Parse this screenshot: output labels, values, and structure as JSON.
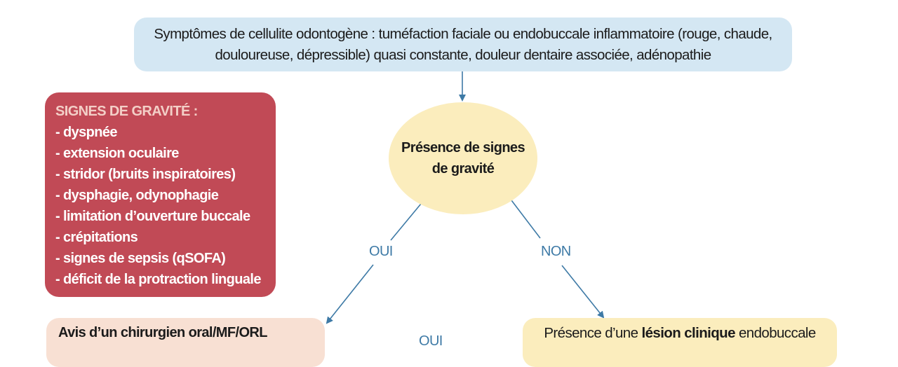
{
  "top_box": {
    "line1": "Symptômes de cellulite odontogène : tuméfaction faciale ou endobuccale inflammatoire (rouge, chaude,",
    "line2": "douloureuse, dépressible) quasi constante, douleur dentaire associée, adénopathie"
  },
  "gravity_box": {
    "title": "SIGNES DE GRAVITÉ :",
    "items": [
      "- dyspnée",
      "- extension oculaire",
      "- stridor (bruits inspiratoires)",
      "- dysphagie, odynophagie",
      "- limitation d’ouverture buccale",
      "- crépitations",
      "- signes de sepsis (qSOFA)",
      "- déficit de la protraction linguale"
    ]
  },
  "decision": {
    "line1": "Présence de signes",
    "line2": "de gravité"
  },
  "labels": {
    "yes": "OUI",
    "no": "NON",
    "yes2": "OUI"
  },
  "avis_box": {
    "text": "Avis d’un chirurgien oral/MF/ORL"
  },
  "lesion_box": {
    "prefix": "Présence d’une ",
    "bold": "lésion clinique",
    "suffix": " endobuccale"
  },
  "colors": {
    "arrow": "#3e7aa6",
    "gravity_bg": "#c14a56",
    "top_bg": "#d4e7f3",
    "decision_bg": "#fbedbd",
    "avis_bg": "#f8e0d3"
  }
}
